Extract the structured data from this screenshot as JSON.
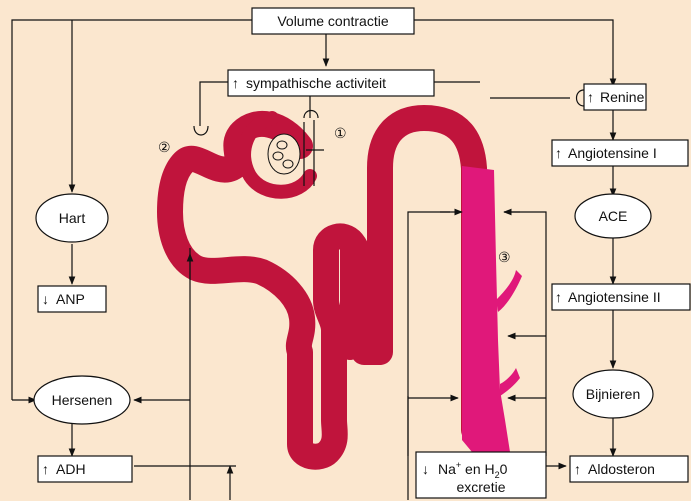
{
  "colors": {
    "background": "#fbe7cf",
    "nephron_dark": "#c0143c",
    "nephron_collecting": "#e0187a"
  },
  "nodes": {
    "volume": "Volume contractie",
    "sympathisch": "sympathische activiteit",
    "renine": "Renine",
    "angiotensine1": "Angiotensine I",
    "ace": "ACE",
    "angiotensine2": "Angiotensine II",
    "bijnieren": "Bijnieren",
    "aldosteron": "Aldosteron",
    "hart": "Hart",
    "anp": "ANP",
    "hersenen": "Hersenen",
    "adh": "ADH",
    "na_excretie_line1_a": "Na",
    "na_excretie_line1_sup": "+",
    "na_excretie_line1_b": " en H",
    "na_excretie_line1_sub": "2",
    "na_excretie_line1_c": "0",
    "na_excretie_line2": "excretie"
  },
  "markers": {
    "m1": "①",
    "m2": "②",
    "m3": "③"
  },
  "symbols": {
    "up": "↑",
    "down": "↓"
  }
}
